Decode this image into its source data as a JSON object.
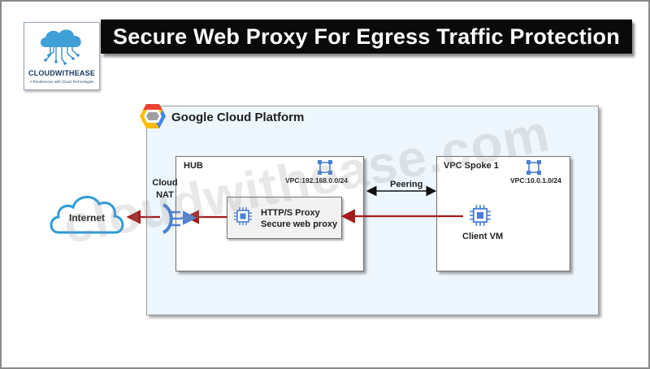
{
  "title": "Secure Web Proxy For Egress Traffic Protection",
  "logo": {
    "name": "CLOUDWITHEASE",
    "tagline": "A Rendezvous with Cloud Technologies"
  },
  "platform": {
    "label": "Google Cloud Platform"
  },
  "internet": {
    "label": "Internet"
  },
  "cloud_nat": {
    "label": "Cloud NAT"
  },
  "hub": {
    "label": "HUB",
    "cidr": "VPC:192.168.0.0/24"
  },
  "proxy": {
    "line1": "HTTP/S Proxy",
    "line2": "Secure web proxy"
  },
  "spoke": {
    "label": "VPC Spoke 1",
    "cidr": "VPC:10.0.1.0/24"
  },
  "client": {
    "label": "Client VM"
  },
  "peering": {
    "label": "Peering"
  },
  "watermark": "cloudwithease.com",
  "colors": {
    "arrow_red": "#a31b1b",
    "gcp_bg": "#eef7fd",
    "icon_blue": "#4a7fd4",
    "title_bg": "#0a0a0a"
  }
}
